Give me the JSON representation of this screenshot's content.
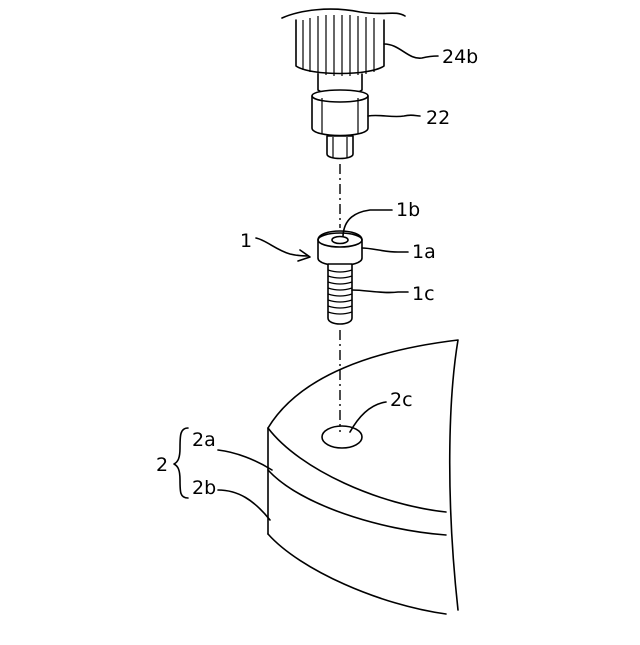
{
  "labels": {
    "tool_drive": "24b",
    "socket": "22",
    "bolt": "1",
    "bolt_recess": "1b",
    "bolt_head": "1a",
    "bolt_shank": "1c",
    "plate": "2",
    "plate_top_layer": "2a",
    "plate_bottom_layer": "2b",
    "plate_hole": "2c"
  }
}
